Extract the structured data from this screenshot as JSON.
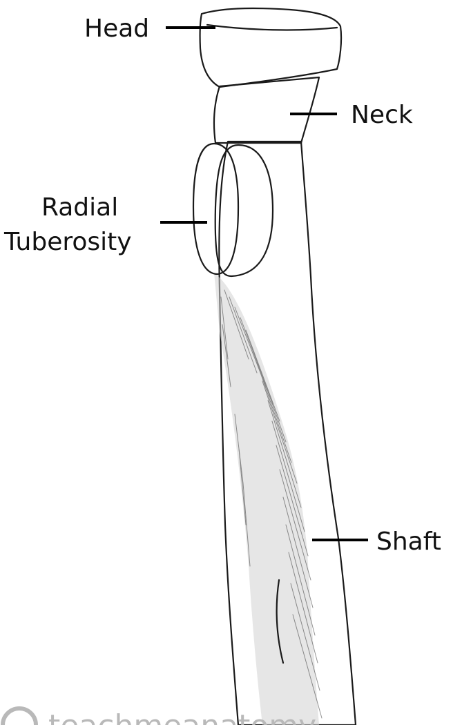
{
  "labels": {
    "head": "Head",
    "neck": "Neck",
    "tuberosity_line1": "Radial",
    "tuberosity_line2": "Tuberosity",
    "shaft": "Shaft"
  },
  "watermark": "teachmeanatomy",
  "colors": {
    "head": "#f4d76a",
    "neck": "#7ecfe0",
    "tuberosity": "#b9656a",
    "bone": "#ffffff",
    "shading": "#3a3a3a",
    "watermark": "#b9b9b9"
  }
}
